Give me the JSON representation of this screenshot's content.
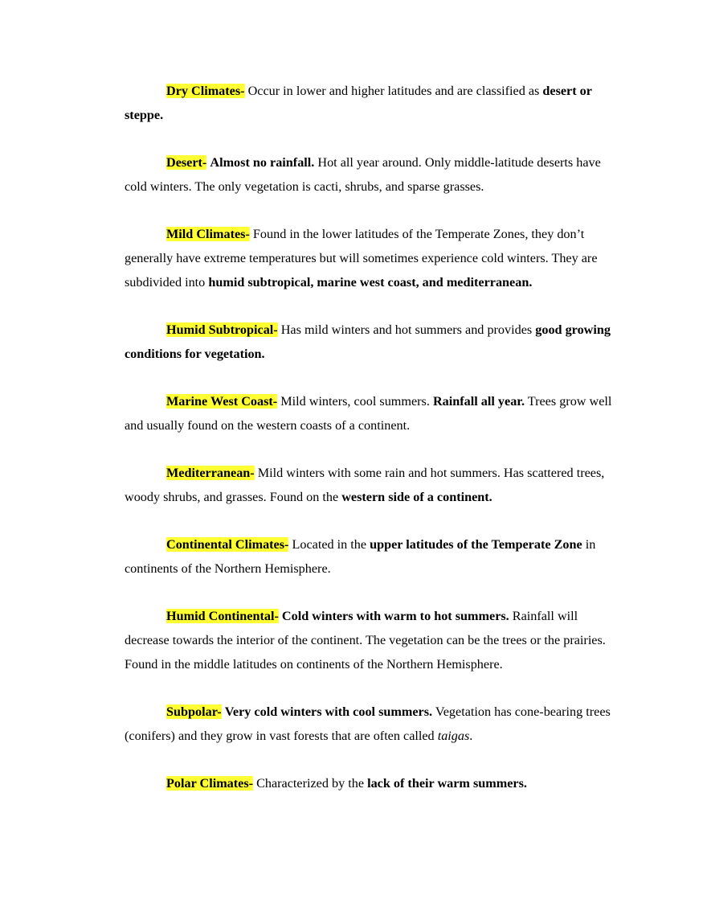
{
  "highlight_color": "#ffff33",
  "entries": [
    {
      "term": "Dry Climates-",
      "parts": [
        {
          "text": " Occur in lower and higher latitudes and are classified as "
        },
        {
          "text": "desert or steppe.",
          "bold": true
        }
      ]
    },
    {
      "term": "Desert-",
      "parts": [
        {
          "text": " "
        },
        {
          "text": "Almost no rainfall.",
          "bold": true
        },
        {
          "text": " Hot all year around. Only middle-latitude deserts have cold winters. The only vegetation is cacti, shrubs, and sparse grasses."
        }
      ]
    },
    {
      "term": "Mild Climates-",
      "parts": [
        {
          "text": " Found in the lower latitudes of the Temperate Zones, they don’t generally have extreme temperatures but will sometimes experience cold winters. They are subdivided into "
        },
        {
          "text": "humid subtropical, marine west coast, and mediterranean.",
          "bold": true
        }
      ]
    },
    {
      "term": "Humid Subtropical-",
      "parts": [
        {
          "text": " Has mild winters and hot summers and provides "
        },
        {
          "text": "good growing conditions for vegetation.",
          "bold": true
        }
      ]
    },
    {
      "term": "Marine West Coast-",
      "parts": [
        {
          "text": " Mild winters, cool summers. "
        },
        {
          "text": "Rainfall all year.",
          "bold": true
        },
        {
          "text": " Trees grow well and usually found on the western coasts of a continent."
        }
      ]
    },
    {
      "term": "Mediterranean-",
      "parts": [
        {
          "text": " Mild winters with some rain and hot summers. Has scattered trees, woody shrubs, and grasses. Found on the "
        },
        {
          "text": "western side of a continent.",
          "bold": true
        }
      ]
    },
    {
      "term": "Continental Climates-",
      "parts": [
        {
          "text": " Located in the "
        },
        {
          "text": "upper latitudes of the Temperate Zone",
          "bold": true
        },
        {
          "text": " in continents of the Northern Hemisphere."
        }
      ]
    },
    {
      "term": "Humid Continental-",
      "parts": [
        {
          "text": " "
        },
        {
          "text": "Cold winters with warm to hot summers.",
          "bold": true
        },
        {
          "text": " Rainfall will decrease towards the interior of the continent. The vegetation can be the trees or the prairies. Found in the middle latitudes on continents of the Northern Hemisphere."
        }
      ]
    },
    {
      "term": "Subpolar-",
      "parts": [
        {
          "text": " "
        },
        {
          "text": "Very cold winters with cool summers.",
          "bold": true
        },
        {
          "text": " Vegetation has cone-bearing trees (conifers) and they grow in vast forests that are often called "
        },
        {
          "text": "taigas",
          "italic": true
        },
        {
          "text": "."
        }
      ]
    },
    {
      "term": "Polar Climates-",
      "parts": [
        {
          "text": " Characterized by the "
        },
        {
          "text": "lack of their warm summers.",
          "bold": true
        }
      ]
    }
  ]
}
